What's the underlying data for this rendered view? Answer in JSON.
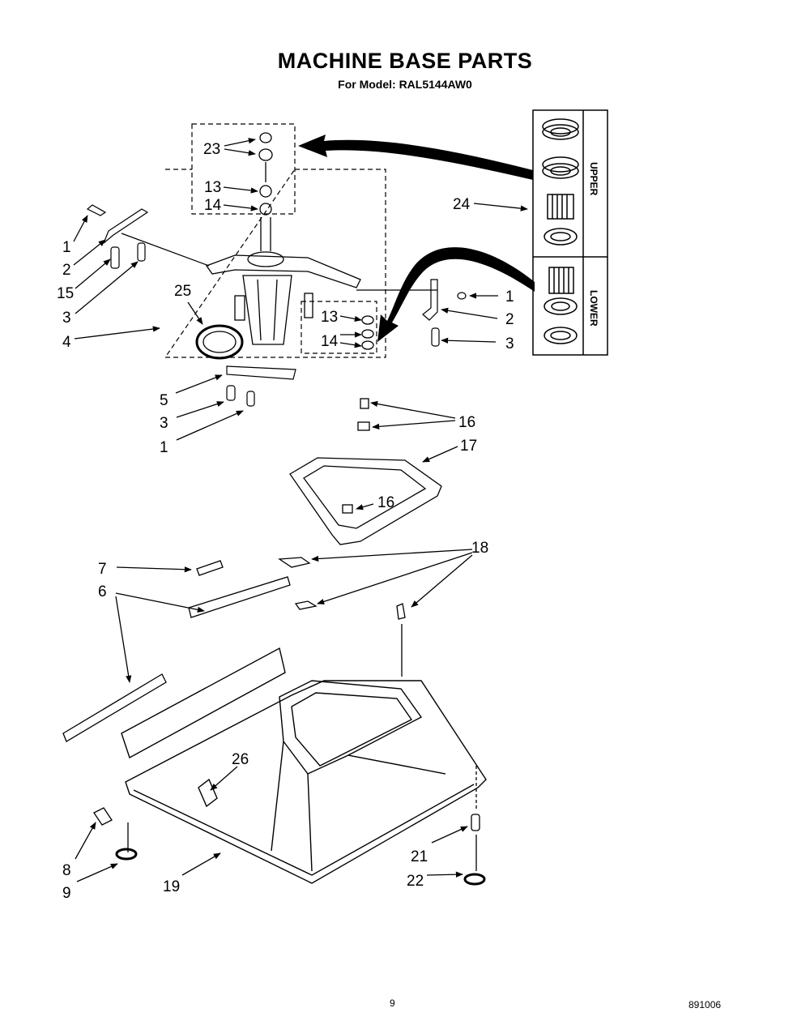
{
  "page": {
    "title": "MACHINE BASE PARTS",
    "subtitle": "For Model: RAL5144AW0",
    "page_number": "9",
    "doc_code": "891006"
  },
  "insets": {
    "upper": "UPPER",
    "lower": "LOWER"
  },
  "callouts": [
    "23",
    "13",
    "14",
    "24",
    "1",
    "2",
    "15",
    "3",
    "4",
    "25",
    "1",
    "2",
    "3",
    "13",
    "14",
    "5",
    "3",
    "1",
    "16",
    "17",
    "16",
    "7",
    "18",
    "6",
    "26",
    "21",
    "22",
    "8",
    "9",
    "19"
  ]
}
